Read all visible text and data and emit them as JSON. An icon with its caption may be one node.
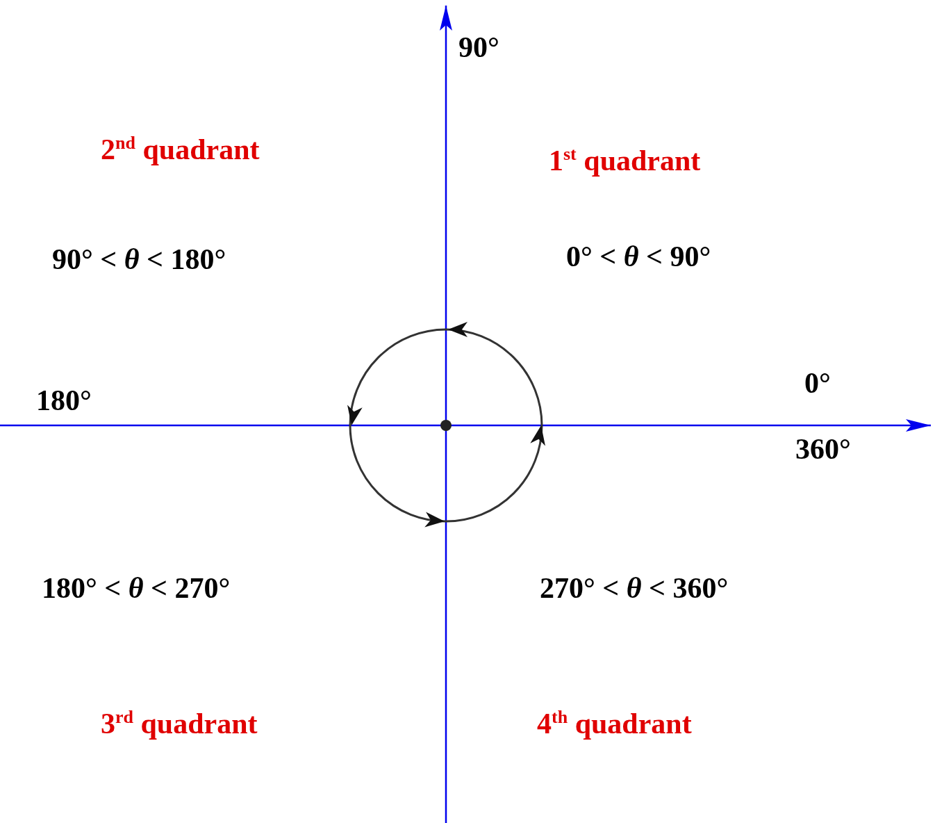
{
  "diagram": {
    "labels": [
      "90°",
      "2$^{nd}$ quadrant",
      "1$^{st}$ quadrant",
      "90° < *θ* < 180°",
      "0° < *θ* < 90°",
      "0°",
      "180°",
      "360°",
      "180° < *θ* < 270°",
      "270° < *θ* < 360°",
      "3$^{rd}$ quadrant",
      "4$^{th}$ quadrant"
    ]
  }
}
